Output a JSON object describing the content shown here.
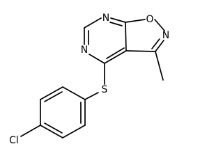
{
  "molecule": {
    "atoms": {
      "n_top": "N",
      "o_ring": "O",
      "n_isoxazole": "N",
      "n_left": "N",
      "sulfur": "S",
      "chlorine": "Cl"
    },
    "colors": {
      "bond": "#000000",
      "label": "#000000",
      "background": "#ffffff"
    }
  }
}
